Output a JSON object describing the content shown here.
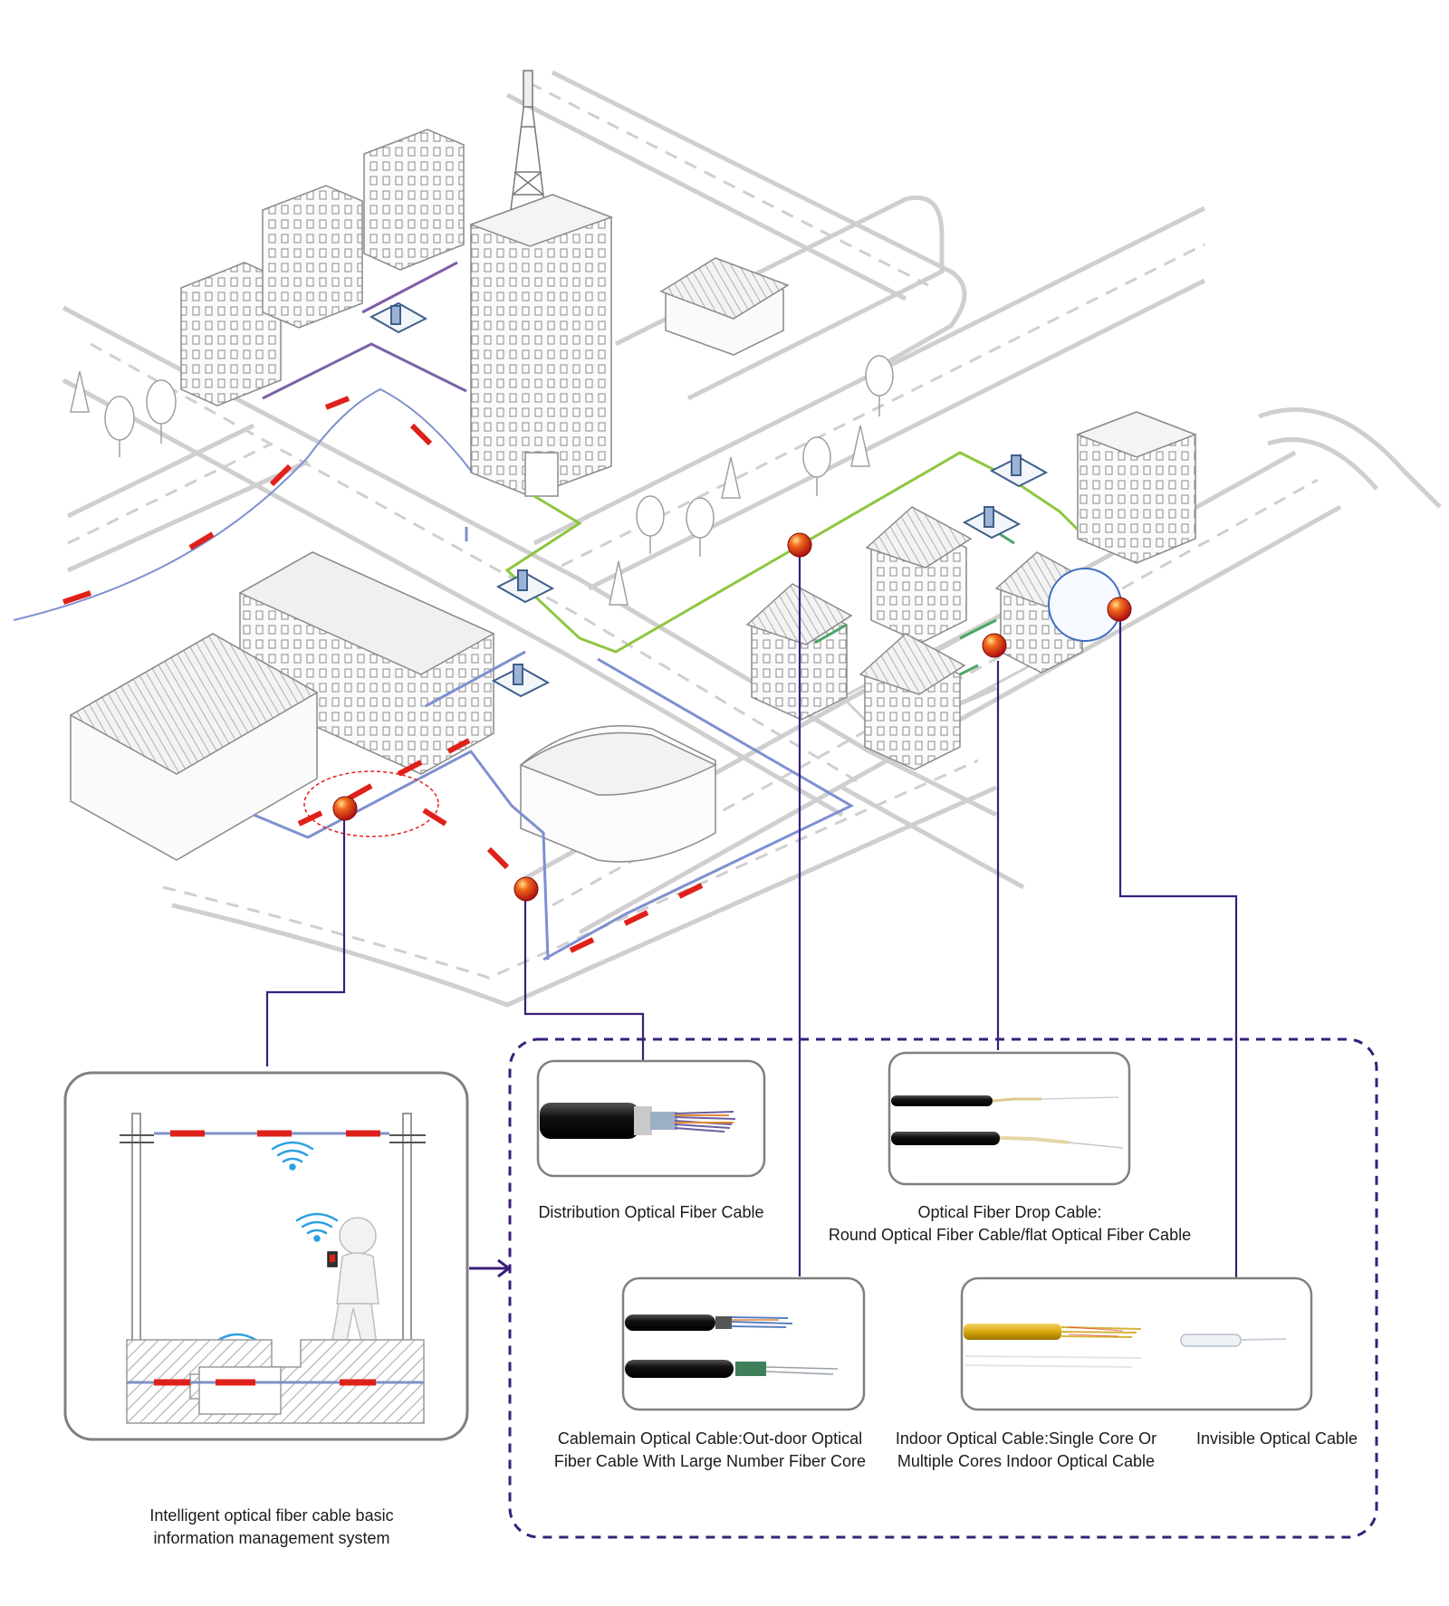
{
  "colors": {
    "connector": "#3a1f7a",
    "dashed_frame": "#3a1f7a",
    "marker": "#e23a1a",
    "cable_green": "#8ec63f",
    "cable_purple": "#7d5fa8",
    "cable_blue": "#7f8fcf",
    "cable_red": "#e0201a",
    "road": "#cfcfcf",
    "building_line": "#8a8a8a"
  },
  "labels": {
    "management_system": [
      "Intelligent optical fiber cable basic",
      "information management system"
    ],
    "distribution": "Distribution Optical Fiber Cable",
    "drop": [
      "Optical Fiber Drop Cable:",
      "Round Optical Fiber Cable/flat Optical Fiber Cable"
    ],
    "cablemain": [
      "Cablemain Optical Cable:Out-door Optical",
      "Fiber Cable With Large Number Fiber Core"
    ],
    "indoor": [
      "Indoor Optical Cable:Single Core Or",
      "Multiple Cores Indoor Optical Cable"
    ],
    "invisible": "Invisible Optical Cable"
  },
  "icons": [
    "wifi-signal-icon",
    "smartphone-figure-icon",
    "location-marker-icon",
    "distribution-box-icon",
    "transmission-tower-icon"
  ]
}
